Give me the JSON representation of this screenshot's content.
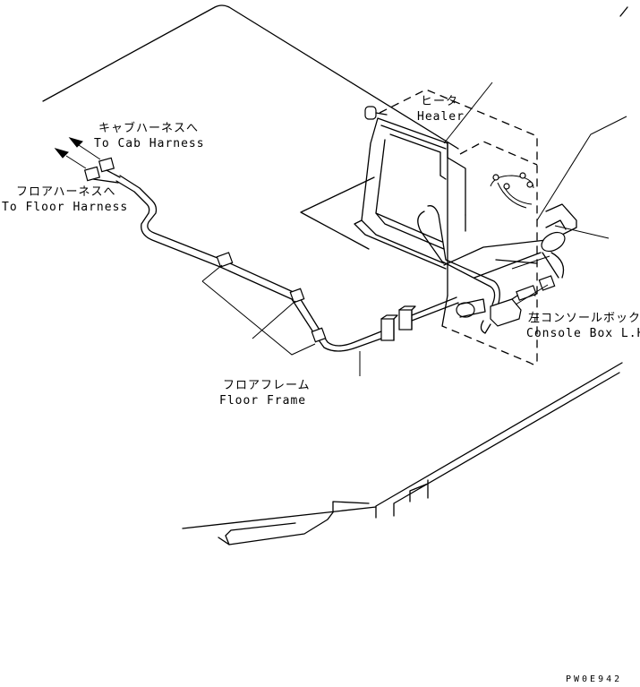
{
  "labels": {
    "cab_harness_jp": "キャブハーネスへ",
    "cab_harness_en": "To Cab Harness",
    "floor_harness_jp": "フロアハーネスへ",
    "floor_harness_en": "To Floor Harness",
    "heater_jp": "ヒータ",
    "heater_en": "Healer",
    "console_jp": "左コンソールボックス",
    "console_en": "Console Box L.H.",
    "floor_frame_jp": "フロアフレーム",
    "floor_frame_en": "Floor Frame"
  },
  "drawing_code": "PW0E942"
}
